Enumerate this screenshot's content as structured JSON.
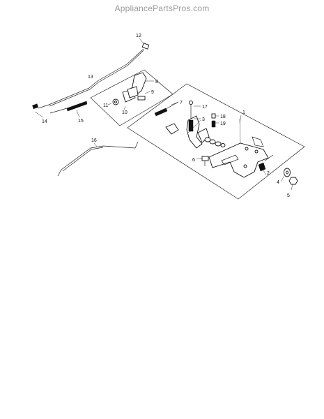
{
  "watermark": "AppliancePartsPros.com",
  "callouts": [
    "1",
    "2",
    "3",
    "4",
    "5",
    "6",
    "7",
    "8",
    "9",
    "10",
    "11",
    "12",
    "13",
    "14",
    "15",
    "16",
    "17",
    "18",
    "19"
  ],
  "icons": [
    "throttle-bracket-assembly-icon",
    "cable-rod-icon",
    "spring-icon",
    "screw-icon",
    "washer-icon",
    "nut-icon"
  ]
}
